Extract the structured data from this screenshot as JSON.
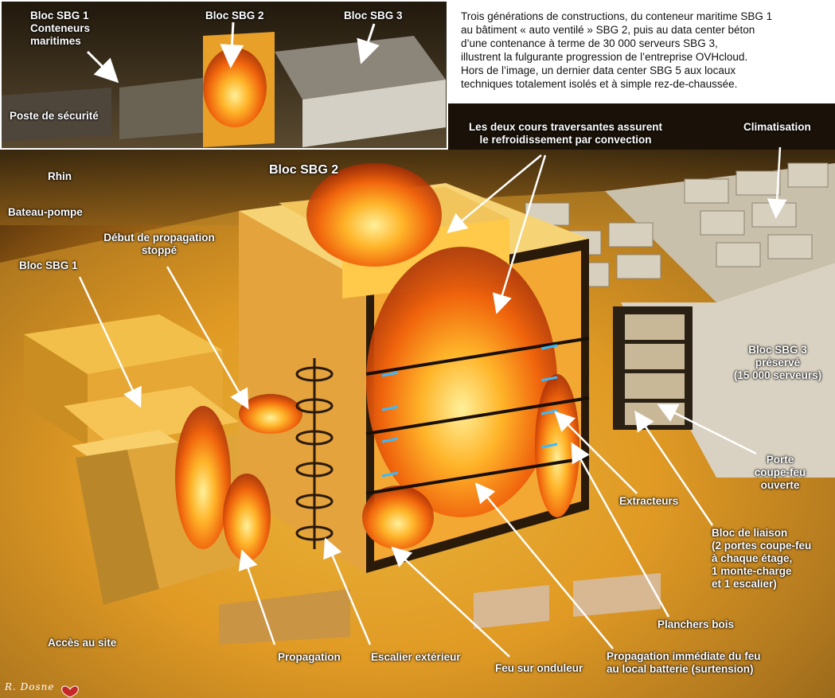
{
  "caption": "Trois générations de constructions, du conteneur maritime SBG 1\nau bâtiment « auto ventilé » SBG 2, puis au data center béton\nd’une contenance à terme de 30 000 serveurs SBG 3,\nillustrent la fulgurante progression de l’entreprise OVHcloud.\nHors de l’image, un dernier data center SBG 5 aux locaux\ntechniques totalement isolés et à simple rez-de-chaussée.",
  "inset": {
    "bloc_sbg1": "Bloc SBG 1\nConteneurs\nmaritimes",
    "bloc_sbg2": "Bloc SBG 2",
    "bloc_sbg3": "Bloc SBG 3",
    "poste_securite": "Poste de sécurité"
  },
  "labels": {
    "rhin": "Rhin",
    "bateau_pompe": "Bateau-pompe",
    "bloc_sbg2_main": "Bloc SBG 2",
    "cours": "Les deux cours traversantes assurent\nle refroidissement par convection",
    "climatisation": "Climatisation",
    "debut_propagation": "Début de propagation\nstoppé",
    "bloc_sbg1_main": "Bloc SBG 1",
    "bloc_sbg3_preserve": "Bloc SBG 3\npréservé\n(15 000 serveurs)",
    "porte_coupe_feu": "Porte\ncoupe-feu\nouverte",
    "extracteurs": "Extracteurs",
    "bloc_liaison": "Bloc de liaison\n(2 portes coupe-feu\nà chaque étage,\n1 monte-charge\net 1 escalier)",
    "planchers_bois": "Planchers bois",
    "acces_site": "Accès au site",
    "propagation": "Propagation",
    "escalier_exterieur": "Escalier extérieur",
    "feu_onduleur": "Feu sur onduleur",
    "propagation_immediate": "Propagation immédiate du feu\nau local batterie (surtension)"
  },
  "signature": "R. Dosne",
  "colors": {
    "fire_core": "#ffd23a",
    "fire_mid": "#ff8a10",
    "fire_dark": "#c23a05",
    "glow": "#f2b336",
    "ground": "#d89a2c",
    "sbg3_wall": "#d9d2c2"
  }
}
